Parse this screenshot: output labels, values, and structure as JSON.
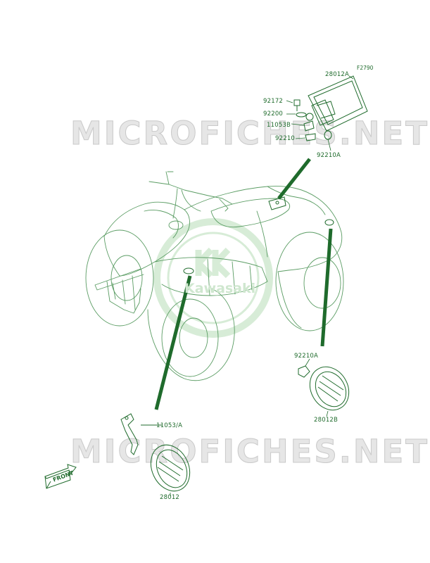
{
  "figure_code": "F2790",
  "watermark": {
    "text": "MICROFICHES.NET",
    "brand": "Kawasaki"
  },
  "front_arrow": {
    "label": "FRONT"
  },
  "colors": {
    "line": "#1f6b2c",
    "watermark": "#e6e6e6",
    "logo": "#d7ecd7"
  },
  "parts": [
    {
      "id": "part-28012a",
      "label": "28012A"
    },
    {
      "id": "part-92172",
      "label": "92172"
    },
    {
      "id": "part-92200",
      "label": "92200"
    },
    {
      "id": "part-11053b",
      "label": "11053B"
    },
    {
      "id": "part-92210",
      "label": "92210"
    },
    {
      "id": "part-92210a-top",
      "label": "92210A"
    },
    {
      "id": "part-92210a-bottom",
      "label": "92210A"
    },
    {
      "id": "part-28012b",
      "label": "28012B"
    },
    {
      "id": "part-11053a",
      "label": "11053/A"
    },
    {
      "id": "part-28012",
      "label": "28012"
    }
  ]
}
